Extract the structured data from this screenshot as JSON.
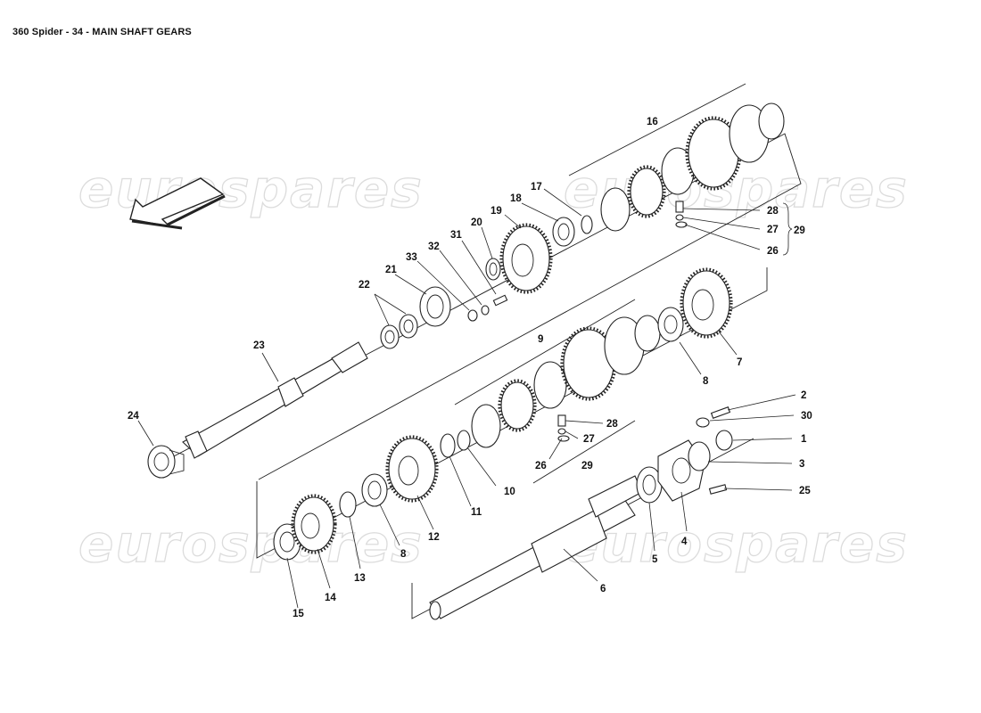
{
  "title": "360 Spider - 34 - MAIN SHAFT GEARS",
  "watermark": "eurospares",
  "callouts": {
    "c1": "1",
    "c2": "2",
    "c3": "3",
    "c4": "4",
    "c5": "5",
    "c6": "6",
    "c7": "7",
    "c8a": "8",
    "c8b": "8",
    "c9": "9",
    "c10": "10",
    "c11": "11",
    "c12": "12",
    "c13": "13",
    "c14": "14",
    "c15": "15",
    "c16": "16",
    "c17": "17",
    "c18": "18",
    "c19": "19",
    "c20": "20",
    "c21": "21",
    "c22": "22",
    "c23": "23",
    "c24": "24",
    "c25": "25",
    "c26a": "26",
    "c26b": "26",
    "c27a": "27",
    "c27b": "27",
    "c28a": "28",
    "c28b": "28",
    "c29a": "29",
    "c29b": "29",
    "c30": "30",
    "c31": "31",
    "c32": "32",
    "c33": "33"
  }
}
